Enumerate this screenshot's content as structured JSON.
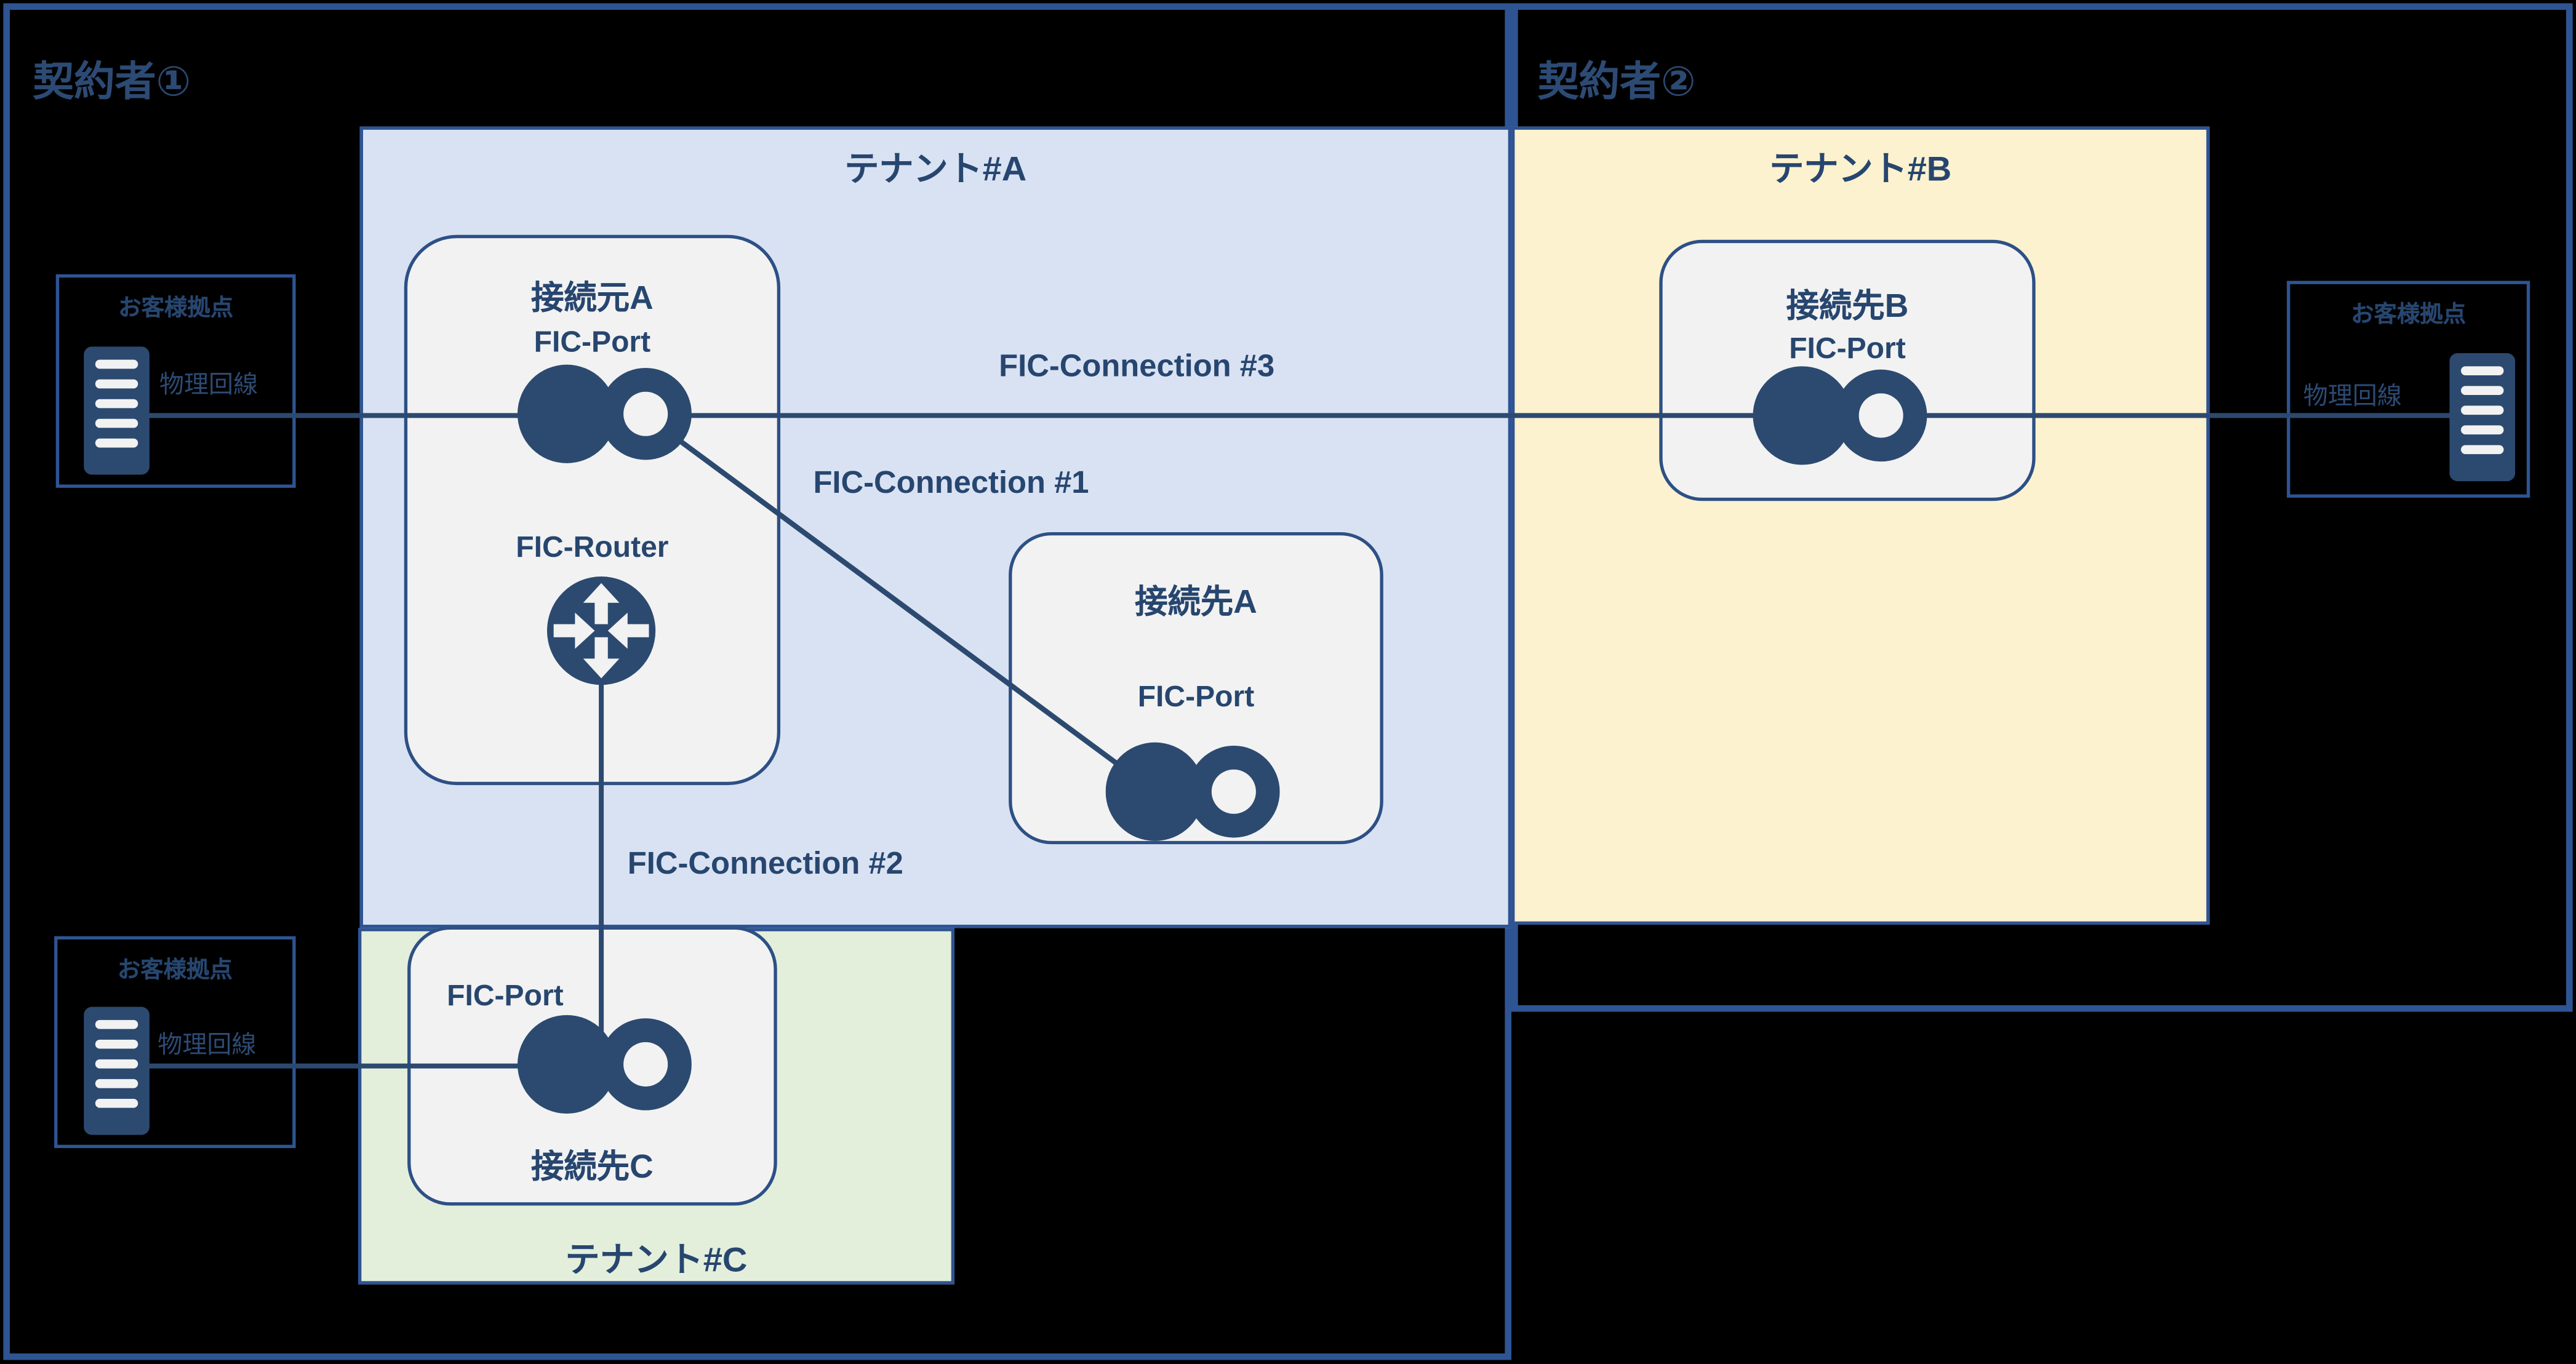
{
  "colors": {
    "background": "#000000",
    "region_border": "#2e5493",
    "node_border": "#2d5085",
    "line_navy": "#2c4a70",
    "text_navy": "#27466f",
    "tenant_a_fill": "#d9e2f3",
    "tenant_b_fill": "#fdf2cf",
    "tenant_c_fill": "#e3efdb",
    "node_fill": "#f2f2f2"
  },
  "contractors": [
    {
      "label": "契約者①"
    },
    {
      "label": "契約者②"
    }
  ],
  "tenants": [
    {
      "label": "テナント#A"
    },
    {
      "label": "テナント#B"
    },
    {
      "label": "テナント#C"
    }
  ],
  "nodes": {
    "source_a": {
      "title": "接続元A",
      "port_label": "FIC-Port",
      "router_label": "FIC-Router"
    },
    "dest_a": {
      "title": "接続先A",
      "port_label": "FIC-Port"
    },
    "dest_b": {
      "title": "接続先B",
      "port_label": "FIC-Port"
    },
    "dest_c": {
      "title": "接続先C",
      "port_label": "FIC-Port"
    }
  },
  "customer_sites": [
    {
      "title": "お客様拠点",
      "line_label": "物理回線"
    },
    {
      "title": "お客様拠点",
      "line_label": "物理回線"
    },
    {
      "title": "お客様拠点",
      "line_label": "物理回線"
    }
  ],
  "connections": [
    {
      "label": "FIC-Connection #1"
    },
    {
      "label": "FIC-Connection #2"
    },
    {
      "label": "FIC-Connection #3"
    }
  ],
  "icons": {
    "port": "fic-port-icon",
    "router": "fic-router-icon",
    "server": "server-icon"
  }
}
